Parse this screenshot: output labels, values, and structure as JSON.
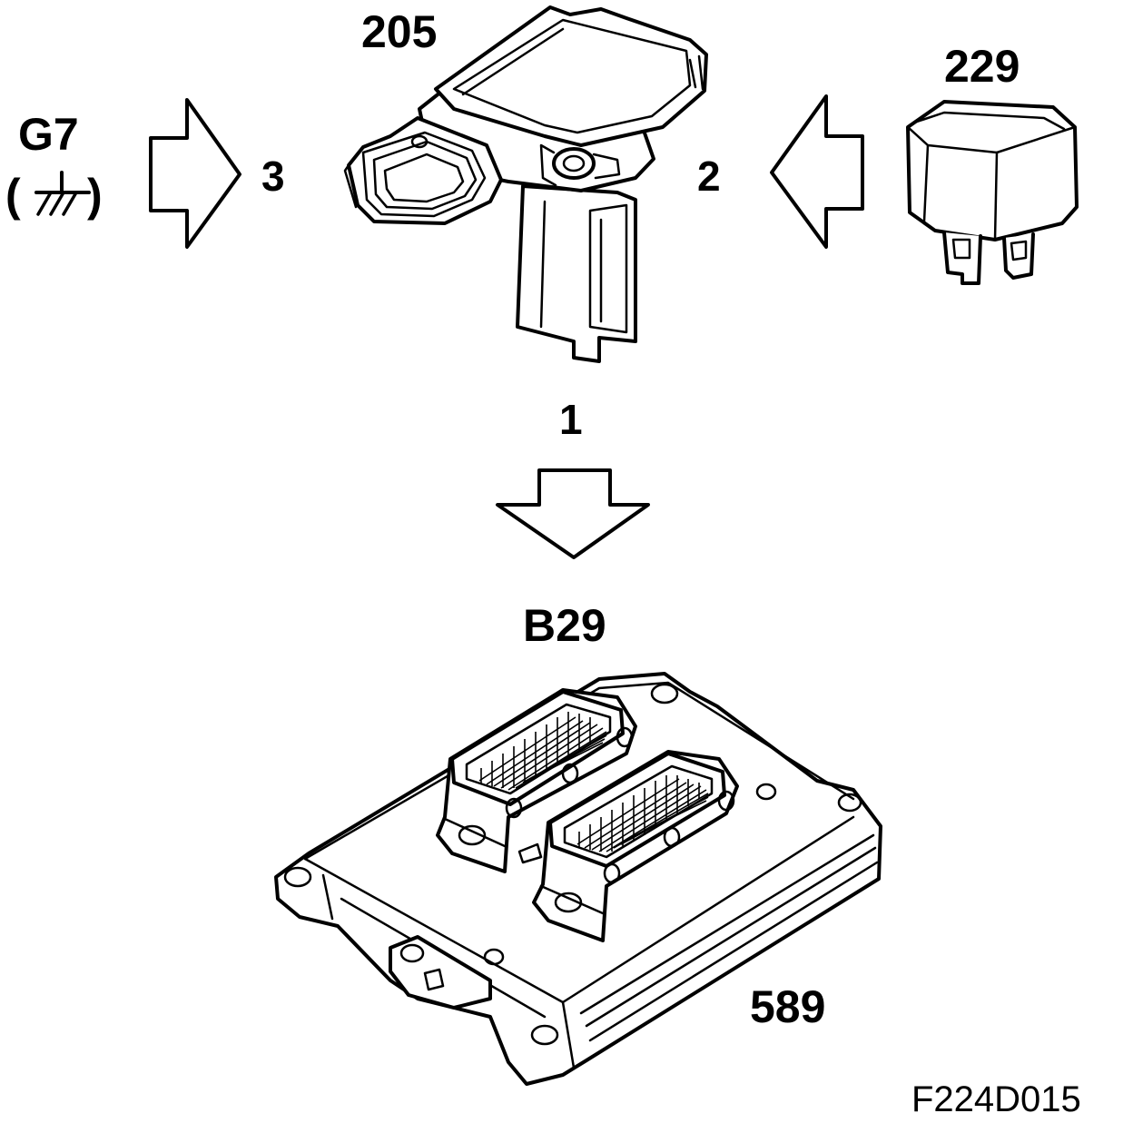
{
  "labels": {
    "ground_component": "G7",
    "ground_open": "(",
    "ground_close": ")",
    "sensor_component": "205",
    "relay_component": "229",
    "signal_from_ground": "3",
    "signal_from_relay": "2",
    "signal_to_control_module": "1",
    "control_module_connector": "B29",
    "control_module": "589",
    "figure_reference": "F224D015"
  },
  "colors": {
    "line": "#000000",
    "background": "#ffffff"
  },
  "icons": {
    "ground": "ground-symbol-icon",
    "arrow": "hollow-arrow-icon"
  }
}
